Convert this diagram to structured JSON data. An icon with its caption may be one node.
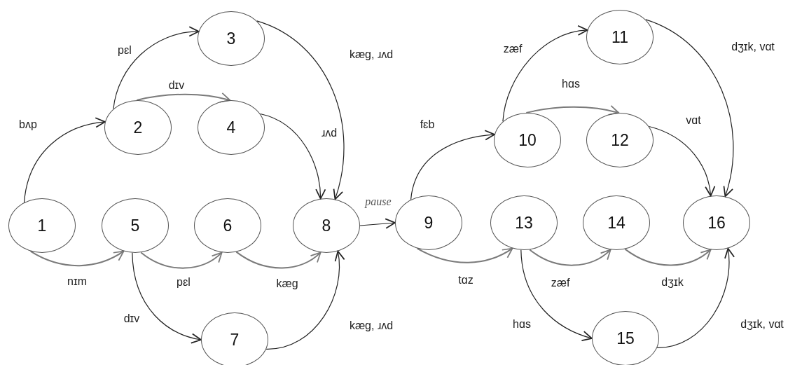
{
  "diagram": {
    "nodes": [
      {
        "text": [
          "1"
        ]
      },
      {
        "text": [
          "2"
        ]
      },
      {
        "text": [
          "3"
        ]
      },
      {
        "text": [
          "4"
        ]
      },
      {
        "text": [
          "5"
        ]
      },
      {
        "text": [
          "6"
        ]
      },
      {
        "text": [
          "7"
        ]
      },
      {
        "text": [
          "8"
        ]
      },
      {
        "text": [
          "9"
        ]
      },
      {
        "text": [
          "10"
        ]
      },
      {
        "text": [
          "11"
        ]
      },
      {
        "text": [
          "12"
        ]
      },
      {
        "text": [
          "13"
        ]
      },
      {
        "text": [
          "14"
        ]
      },
      {
        "text": [
          "15"
        ]
      },
      {
        "text": [
          "16"
        ]
      }
    ],
    "edges": [
      {
        "from": 0,
        "to": 1,
        "arrow": "to",
        "label": "bʌp"
      },
      {
        "from": 1,
        "to": 2,
        "arrow": "to",
        "label": "pɛl"
      },
      {
        "from": 1,
        "to": 3,
        "arrow": "to",
        "label": "dɪv",
        "color": "#7a7a7a"
      },
      {
        "from": 2,
        "to": 7,
        "arrow": "to",
        "label": "kæg, ɹʌd"
      },
      {
        "from": 3,
        "to": 7,
        "arrow": "to",
        "label": "ɹʌd"
      },
      {
        "from": 0,
        "to": 4,
        "arrow": "to",
        "label": "nɪm",
        "color": "#7a7a7a"
      },
      {
        "from": 4,
        "to": 5,
        "arrow": "to",
        "label": "pɛl",
        "color": "#7a7a7a"
      },
      {
        "from": 5,
        "to": 7,
        "arrow": "to",
        "label": "kæg",
        "color": "#7a7a7a"
      },
      {
        "from": 4,
        "to": 6,
        "arrow": "to",
        "label": "dɪv"
      },
      {
        "from": 6,
        "to": 7,
        "arrow": "to",
        "label": "kæg, ɹʌd"
      },
      {
        "from": 7,
        "to": 8,
        "arrow": "to",
        "label": "pause"
      },
      {
        "from": 8,
        "to": 9,
        "arrow": "to",
        "label": "fɛb"
      },
      {
        "from": 9,
        "to": 10,
        "arrow": "to",
        "label": "zæf"
      },
      {
        "from": 9,
        "to": 11,
        "arrow": "to",
        "label": "hɑs",
        "color": "#7a7a7a"
      },
      {
        "from": 10,
        "to": 15,
        "arrow": "to",
        "label": "dʒɪk, vɑt"
      },
      {
        "from": 11,
        "to": 15,
        "arrow": "to",
        "label": "vɑt"
      },
      {
        "from": 8,
        "to": 12,
        "arrow": "to",
        "label": "tɑz",
        "color": "#7a7a7a"
      },
      {
        "from": 12,
        "to": 13,
        "arrow": "to",
        "label": "zæf",
        "color": "#7a7a7a"
      },
      {
        "from": 13,
        "to": 15,
        "arrow": "to",
        "label": "dʒɪk",
        "color": "#7a7a7a"
      },
      {
        "from": 12,
        "to": 14,
        "arrow": "to",
        "label": "hɑs"
      },
      {
        "from": 14,
        "to": 15,
        "arrow": "to",
        "label": "dʒɪk, vɑt"
      }
    ]
  }
}
